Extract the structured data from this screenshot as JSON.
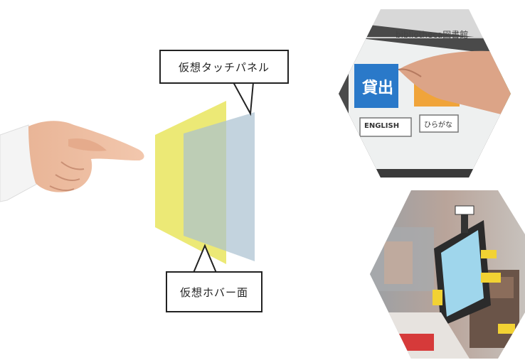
{
  "labels": {
    "virtual_touch_panel": "仮想タッチパネル",
    "virtual_hover_plane": "仮想ホバー面"
  },
  "kiosk_screen": {
    "brand": "bibliotheca図書館",
    "loan_button": "貸出",
    "english_button": "ENGLISH",
    "hiragana_button": "ひらがな"
  },
  "colors": {
    "hover_plane": "#e9e55e",
    "touch_panel": "#b8ccd9",
    "callout_border": "#222222"
  },
  "icons": {
    "hand": "pointing-hand-icon"
  }
}
